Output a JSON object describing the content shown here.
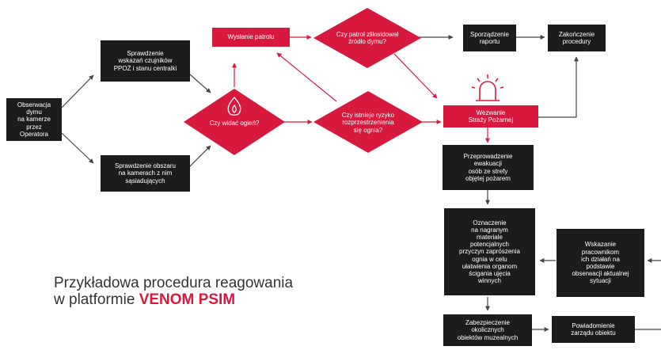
{
  "colors": {
    "accent": "#d8193e",
    "box": "#1c1c1c",
    "line": "#444444"
  },
  "nodes": {
    "start": "Obserwacja dymu\nna kamerze przez\nOperatora",
    "check_sensors": "Sprawdzenie\nwskazań czujników\nPPOŻ i stanu centralki",
    "check_cameras": "Sprawdzenie obszaru\nna kamerach z nim\nsąsiadujących",
    "send_patrol": "Wysłanie patrolu",
    "q_fire": "Czy widać ogień?",
    "q_patrol": "Czy patrol zlikwidował\nźródło dymu?",
    "q_risk": "Czy istnieje ryzyko\nrozprzestrzenienia\nsię ognia?",
    "report": "Sporządzenie\nraportu",
    "end": "Zakończenie\nprocedury",
    "call_fire": "Wezwanie\nStraży Pożarnej",
    "evacuation": "Przeprowadzenie\newakuacji\nosób ze strefy\nobjętej pożarem",
    "marking": "Oznaczenie\nna nagranym\nmateriale\npotencjalnych\nprzyczyn zaprószenia\nognia w celu\nułatwienia organom\nścigania ujęcia\nwinnych",
    "staff": "Wskazanie\npracownikom\nich działań na\npodstawie\nobserwacji aktualnej\nsytuacji",
    "secure": "Zabezpieczenie\nokolicznych\nobiektów muzealnych",
    "notify": "Powiadomienie\nzarządu obiektu"
  },
  "icons": {
    "fire": "fire-icon",
    "siren": "siren-icon"
  },
  "caption": {
    "line1": "Przykładowa procedura reagowania",
    "line2_prefix": "w platformie ",
    "line2_brand": "VENOM PSIM"
  }
}
